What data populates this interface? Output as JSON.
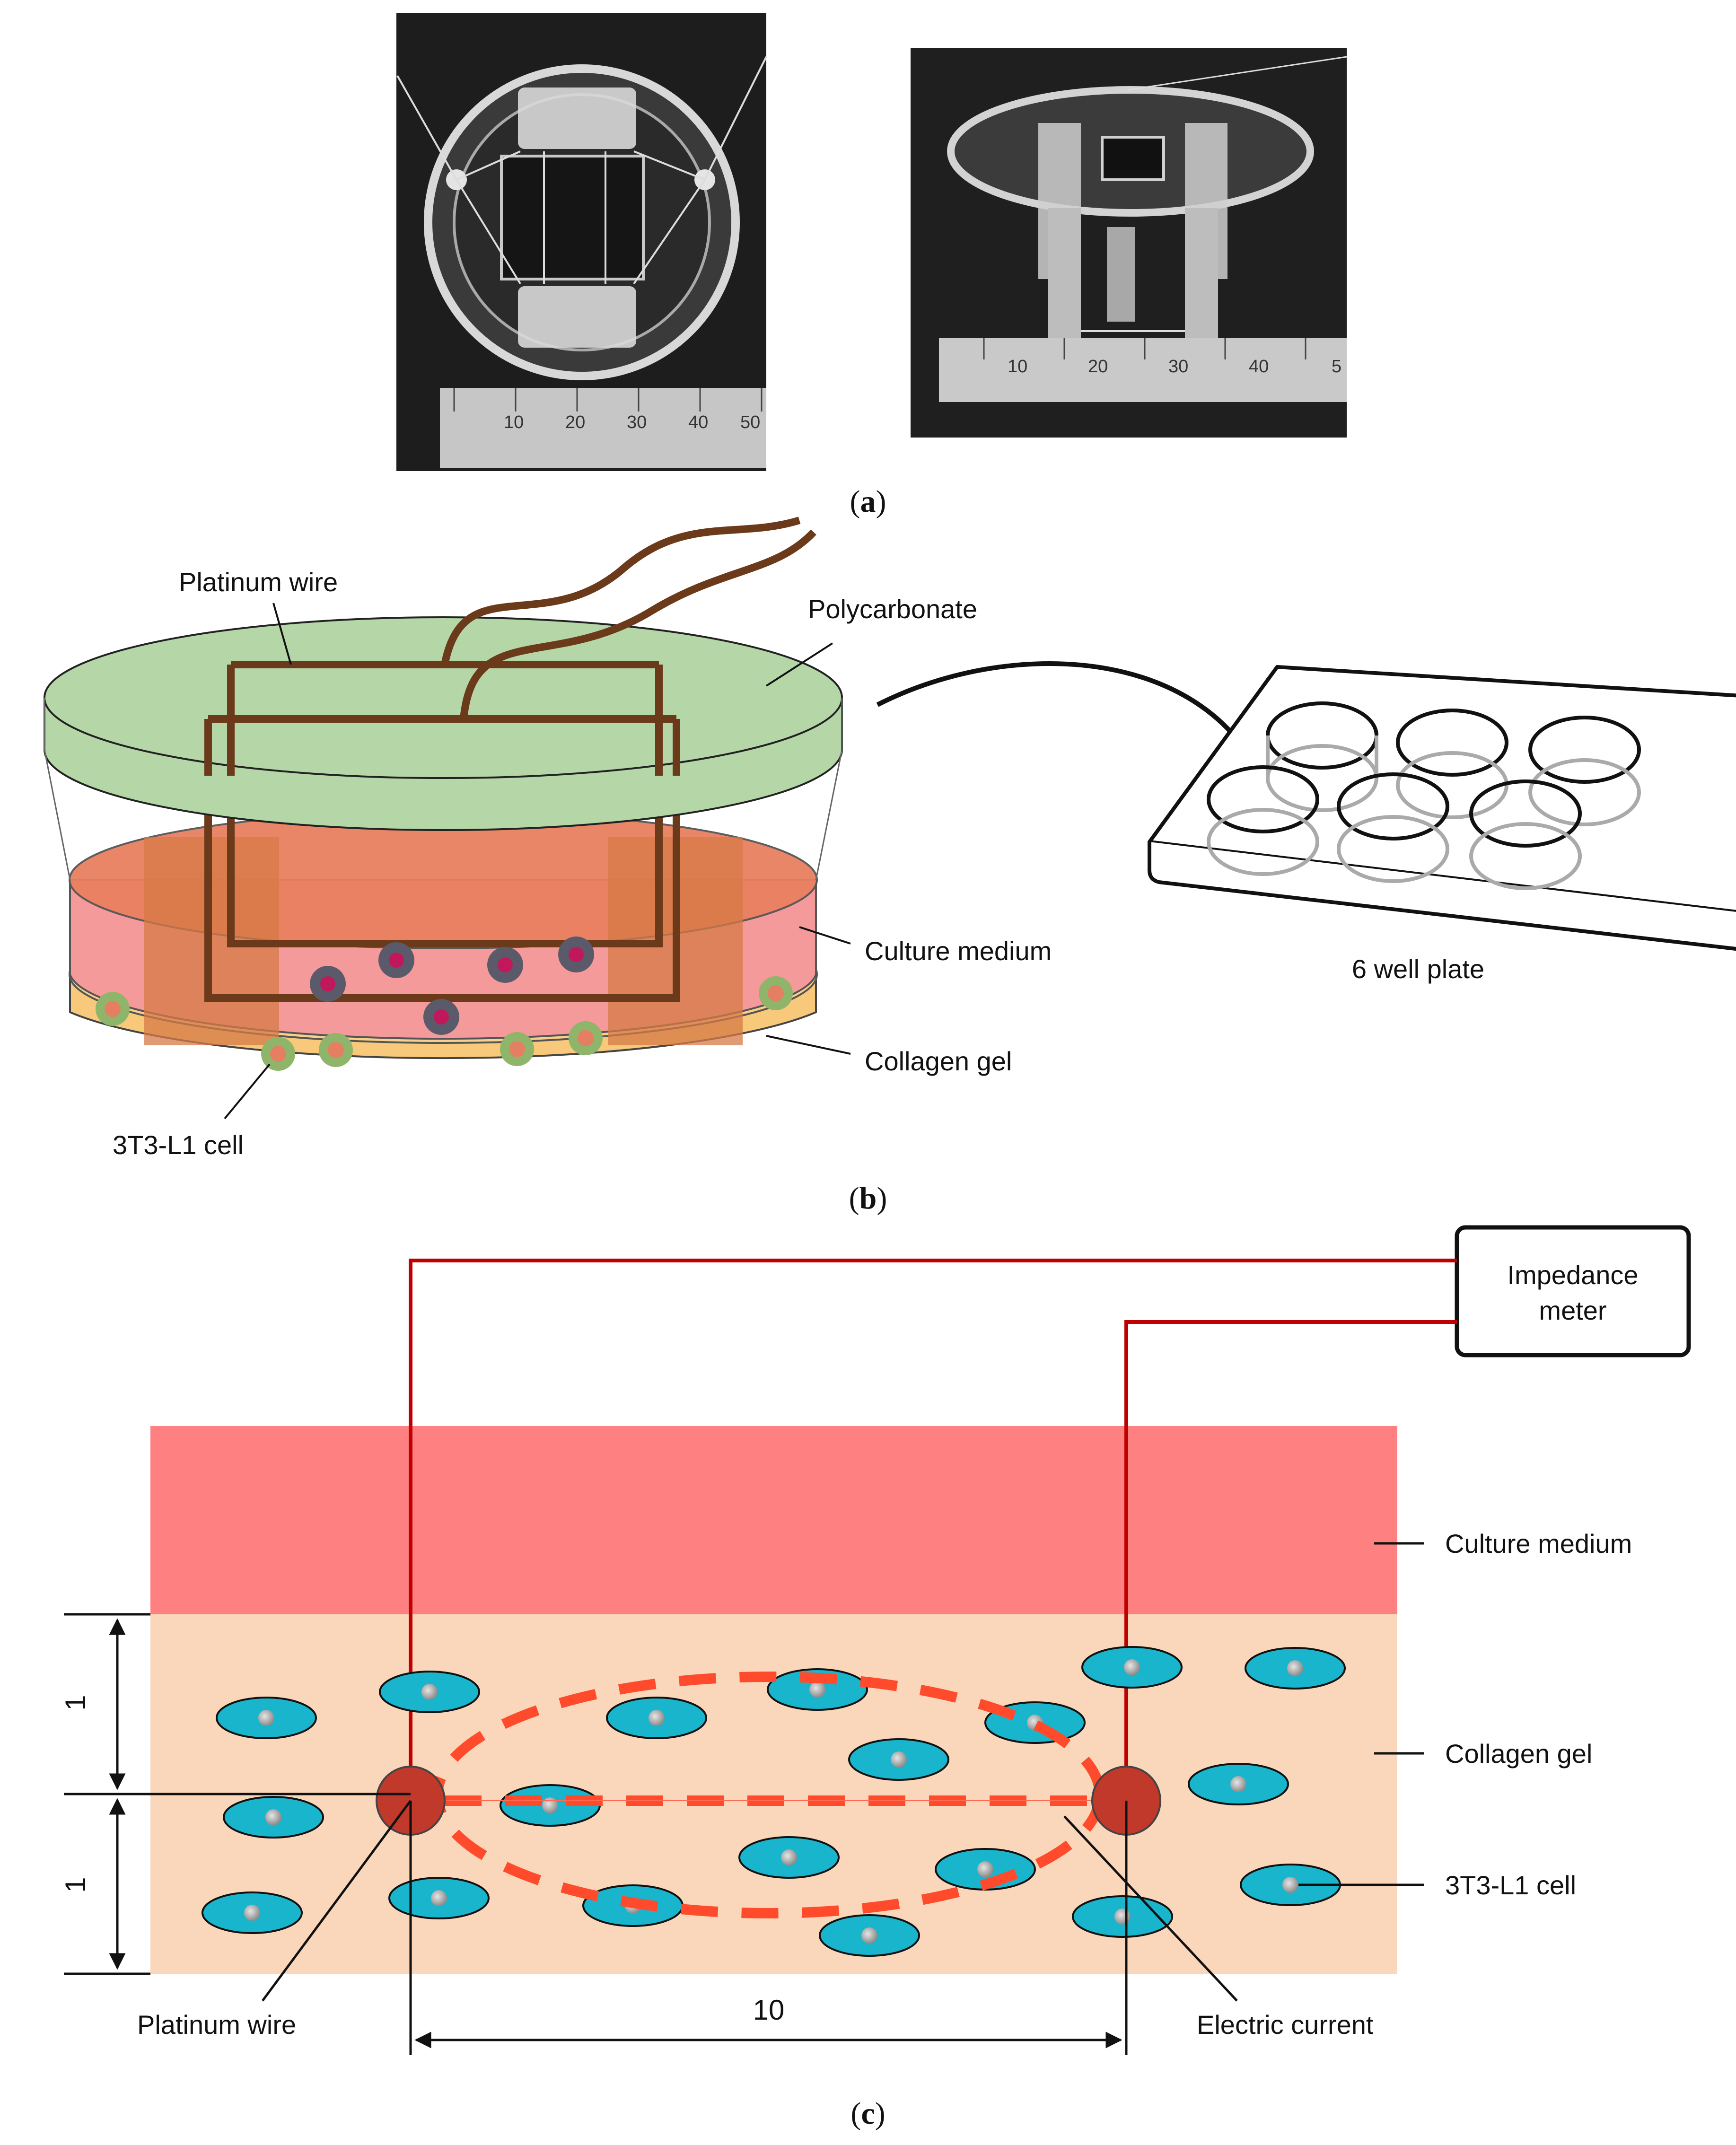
{
  "panel_a": {
    "caption": {
      "open": "(",
      "letter": "a",
      "close": ")"
    },
    "photo_left_ruler_ticks": [
      "10",
      "20",
      "30",
      "40",
      "50"
    ],
    "photo_right_ruler_ticks": [
      "10",
      "20",
      "30",
      "40",
      "5"
    ]
  },
  "panel_b": {
    "caption": {
      "open": "(",
      "letter": "b",
      "close": ")"
    },
    "labels": {
      "platinum_wire": "Platinum wire",
      "polycarbonate": "Polycarbonate",
      "culture_medium": "Culture medium",
      "collagen_gel": "Collagen gel",
      "cell": "3T3-L1 cell",
      "well_plate": "6 well plate"
    },
    "colors": {
      "polycarbonate": "#b5d6a7",
      "culture_medium": "#f59a9a",
      "collagen_gel": "#f8c97a",
      "wire": "#6b3a1a",
      "cell_dark": "#5a5a6a",
      "cell_core": "#c0185a",
      "cell_green": "#8fb56a"
    }
  },
  "panel_c": {
    "caption": {
      "open": "(",
      "letter": "c",
      "close": ")"
    },
    "labels": {
      "impedance_meter_line1": "Impedance",
      "impedance_meter_line2": "meter",
      "culture_medium": "Culture medium",
      "collagen_gel": "Collagen gel",
      "cell": "3T3-L1 cell",
      "platinum_wire": "Platinum wire",
      "electric_current": "Electric current"
    },
    "dimensions": {
      "upper_height": "1",
      "lower_height": "1",
      "electrode_spacing": "10"
    },
    "colors": {
      "culture_medium": "#ff8080",
      "collagen_gel": "#fad7bb",
      "wire": "#c00000",
      "electrode": "#c0392b",
      "cell": "#19b5cd",
      "current": "#ff4b2b"
    }
  }
}
